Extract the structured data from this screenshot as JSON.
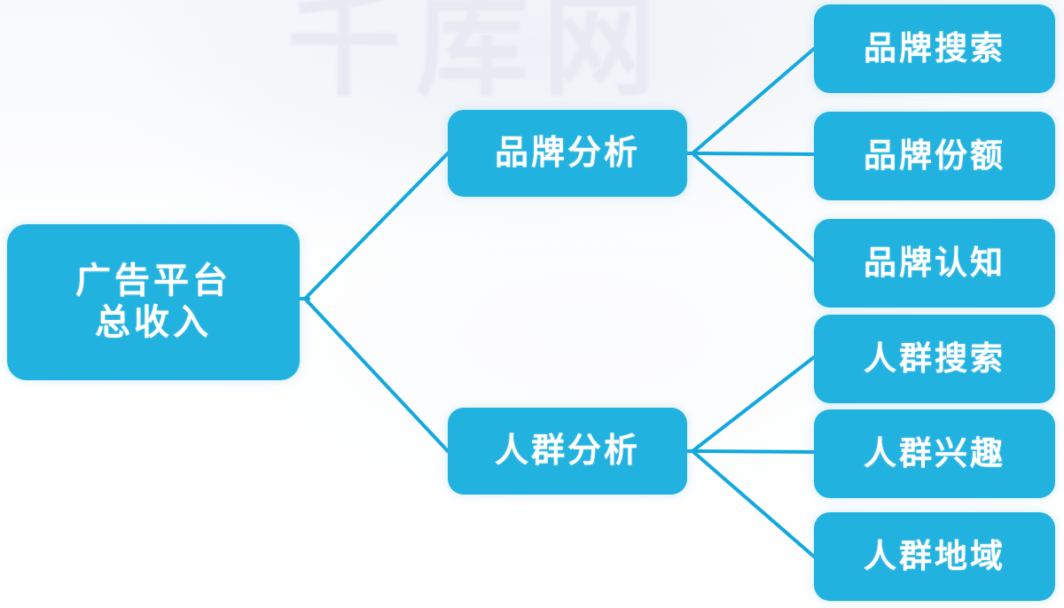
{
  "background": {
    "watermark_text": "千库网",
    "watermark_color": "#e7eaf2",
    "page_background": "#ffffff"
  },
  "theme": {
    "node_fill": "#21b2e0",
    "node_text_color": "#ffffff",
    "connector_color": "#13a8de"
  },
  "diagram": {
    "type": "tree",
    "orientation": "left-to-right",
    "root": {
      "id": "root",
      "label_line1": "广告平台",
      "label_line2": "总收入"
    },
    "branches": [
      {
        "id": "brand-analysis",
        "label": "品牌分析",
        "children": [
          {
            "id": "brand-search",
            "label": "品牌搜索"
          },
          {
            "id": "brand-share",
            "label": "品牌份额"
          },
          {
            "id": "brand-aware",
            "label": "品牌认知"
          }
        ]
      },
      {
        "id": "audience-analysis",
        "label": "人群分析",
        "children": [
          {
            "id": "audience-search",
            "label": "人群搜索"
          },
          {
            "id": "audience-interest",
            "label": "人群兴趣"
          },
          {
            "id": "audience-region",
            "label": "人群地域"
          }
        ]
      }
    ]
  }
}
